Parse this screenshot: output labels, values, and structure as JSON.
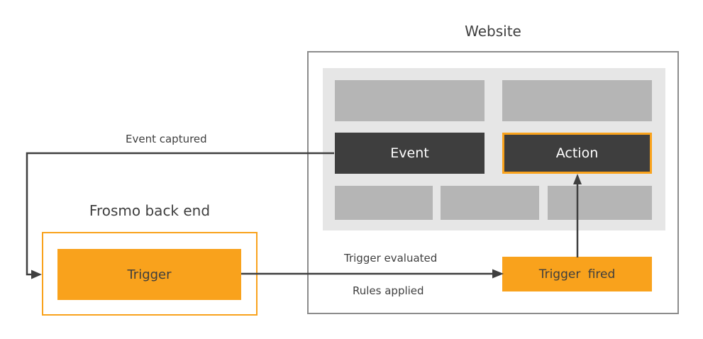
{
  "colors": {
    "orange": "#F9A21C",
    "dark_box": "#3E3E3E",
    "panel_gray": "#E6E6E6",
    "block_gray": "#B5B5B5",
    "border_gray": "#8C8C8C",
    "line": "#3F3F3F",
    "text_dark": "#3F3F3F",
    "box_text_white": "#FFFFFF"
  },
  "website": {
    "title": "Website",
    "event_label": "Event",
    "action_label": "Action",
    "trigger_fired_label": "Trigger fired"
  },
  "backend": {
    "title": "Frosmo back end",
    "trigger_label": "Trigger"
  },
  "arrows": {
    "event_captured_label": "Event captured",
    "trigger_evaluated_label": "Trigger evaluated",
    "rules_applied_label": "Rules applied"
  }
}
